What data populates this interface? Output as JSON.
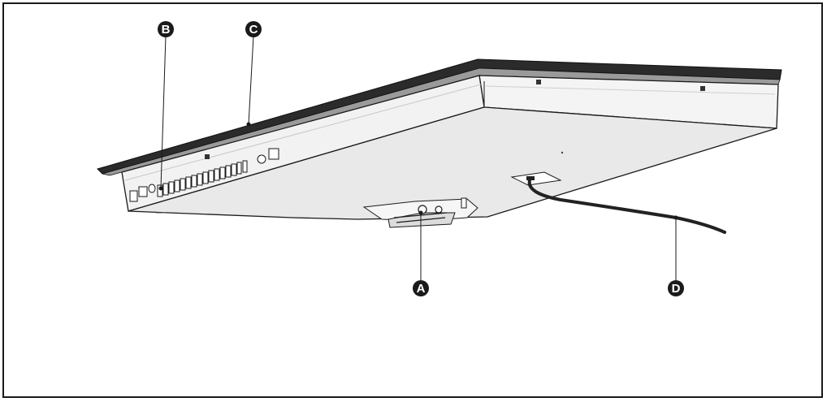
{
  "figure": {
    "description_hidden": false,
    "callouts": {
      "A": "A",
      "B": "B",
      "C": "C",
      "D": "D"
    }
  }
}
